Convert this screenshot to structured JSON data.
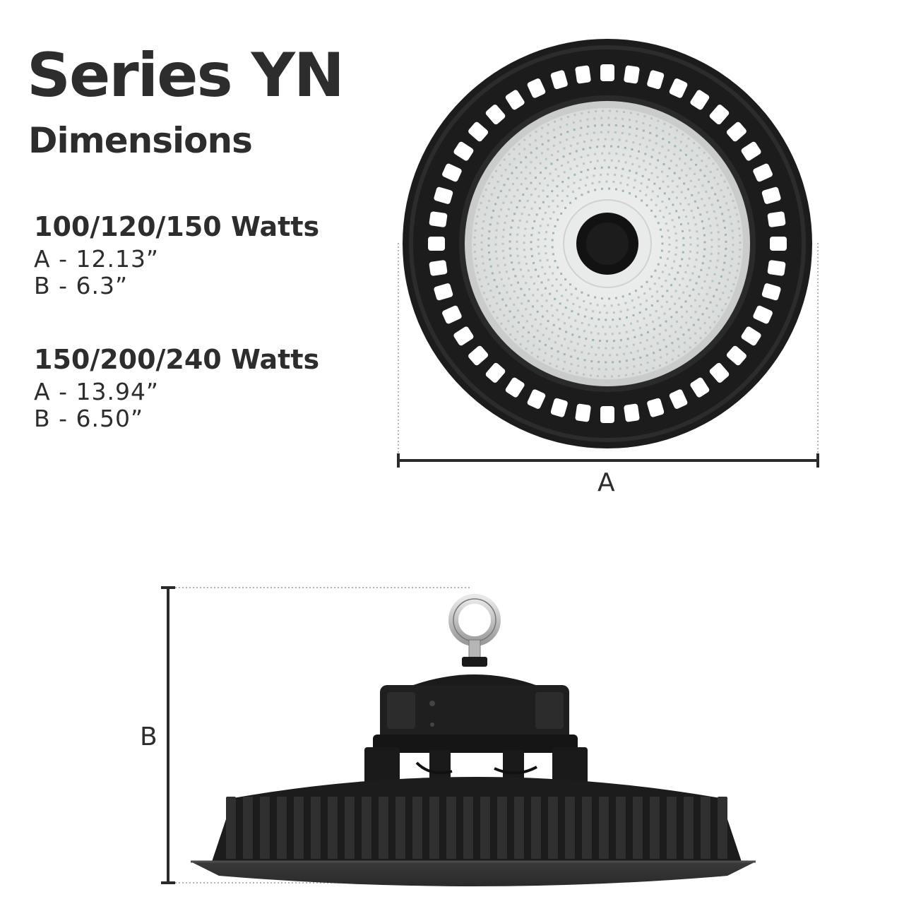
{
  "header": {
    "title": "Series YN",
    "subtitle": "Dimensions"
  },
  "specs": [
    {
      "heading": "100/120/150 Watts",
      "lines": [
        "A - 12.13”",
        "B - 6.3”"
      ]
    },
    {
      "heading": "150/200/240 Watts",
      "lines": [
        "A - 13.94”",
        "B - 6.50”"
      ]
    }
  ],
  "dimensions": {
    "width_label": "A",
    "height_label": "B"
  },
  "colors": {
    "housing": "#1f1f1f",
    "led_panel": "#e6e8e6",
    "text": "#2d2d2d"
  }
}
